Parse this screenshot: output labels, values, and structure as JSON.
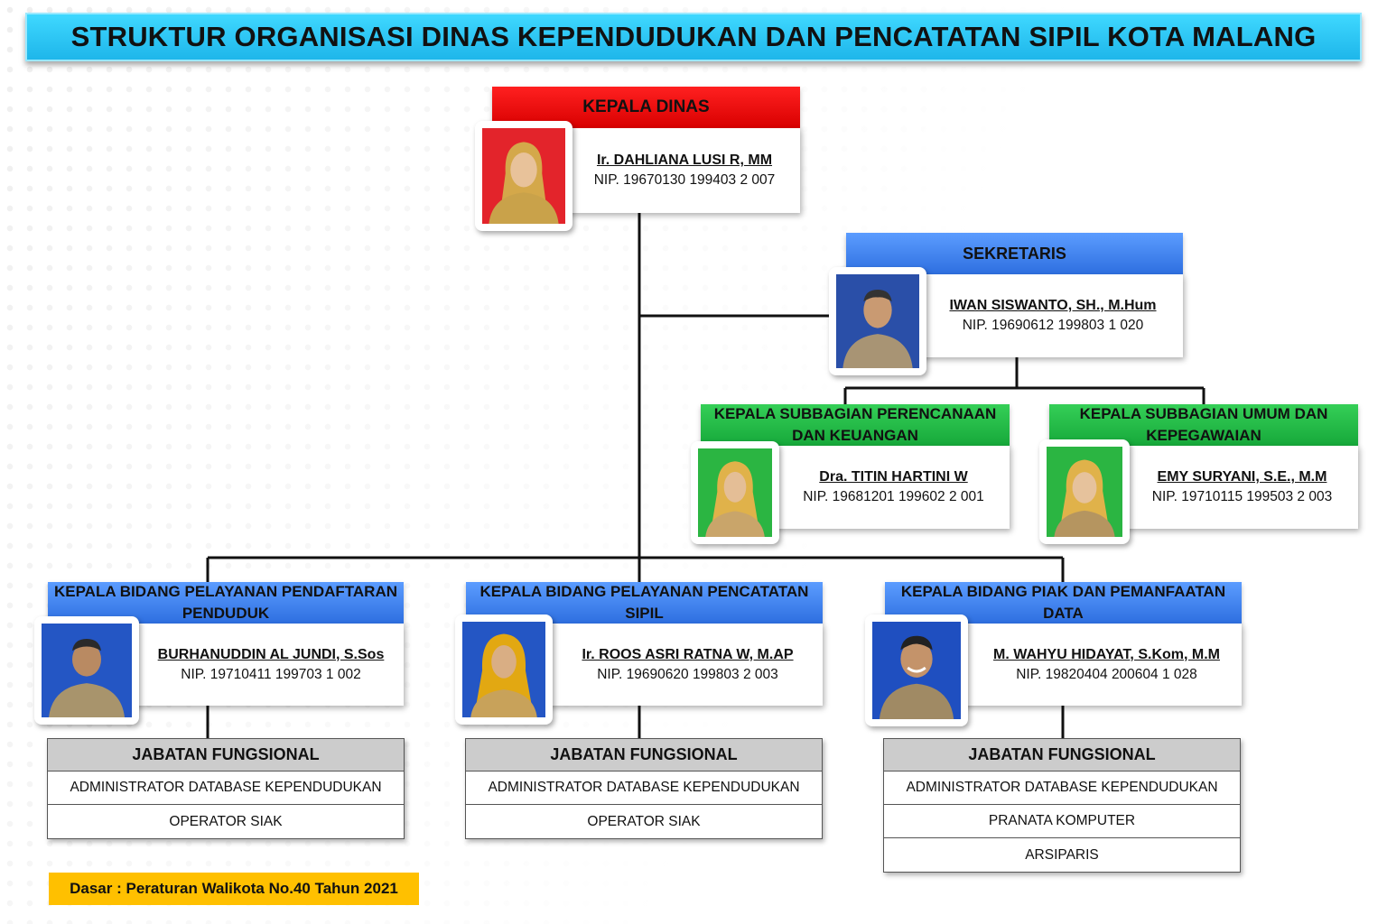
{
  "title": "STRUKTUR ORGANISASI DINAS KEPENDUDUKAN DAN PENCATATAN SIPIL KOTA MALANG",
  "colors": {
    "title_bar": "#1eb6ea",
    "kepala_dinas": "#e00000",
    "bidang": "#2e6fe0",
    "subbagian": "#16a83a",
    "fungsional": "#cccccc",
    "dasar": "#ffc000"
  },
  "kepala_dinas": {
    "role": "KEPALA DINAS",
    "name": "Ir. DAHLIANA LUSI R, MM",
    "nip": "NIP. 19670130 199403 2 007",
    "photo_bg": "red"
  },
  "sekretaris": {
    "role": "SEKRETARIS",
    "name": "IWAN SISWANTO, SH., M.Hum",
    "nip": "NIP. 19690612 199803 1 020",
    "photo_bg": "blue"
  },
  "subbagian": [
    {
      "role": "KEPALA SUBBAGIAN PERENCANAAN DAN KEUANGAN",
      "name": "Dra. TITIN HARTINI W",
      "nip": "NIP. 19681201 199602 2 001",
      "photo_bg": "green"
    },
    {
      "role": "KEPALA SUBBAGIAN UMUM DAN KEPEGAWAIAN",
      "name": "EMY SURYANI, S.E., M.M",
      "nip": "NIP. 19710115 199503 2 003",
      "photo_bg": "green"
    }
  ],
  "bidang": [
    {
      "role": "KEPALA BIDANG PELAYANAN PENDAFTARAN PENDUDUK",
      "name": "BURHANUDDIN AL JUNDI, S.Sos",
      "nip": "NIP. 19710411 199703 1 002",
      "photo_bg": "blue",
      "fungsional_title": "JABATAN FUNGSIONAL",
      "fungsional": [
        "ADMINISTRATOR DATABASE KEPENDUDUKAN",
        "OPERATOR SIAK"
      ]
    },
    {
      "role": "KEPALA BIDANG PELAYANAN PENCATATAN SIPIL",
      "name": "Ir. ROOS ASRI RATNA W, M.AP",
      "nip": "NIP. 19690620 199803 2 003",
      "photo_bg": "blue",
      "fungsional_title": "JABATAN FUNGSIONAL",
      "fungsional": [
        "ADMINISTRATOR DATABASE KEPENDUDUKAN",
        "OPERATOR SIAK"
      ]
    },
    {
      "role": "KEPALA BIDANG PIAK DAN PEMANFAATAN DATA",
      "name": "M. WAHYU HIDAYAT, S.Kom, M.M",
      "nip": "NIP. 19820404 200604 1 028",
      "photo_bg": "blue",
      "fungsional_title": "JABATAN FUNGSIONAL",
      "fungsional": [
        "ADMINISTRATOR DATABASE KEPENDUDUKAN",
        "PRANATA KOMPUTER",
        "ARSIPARIS"
      ]
    }
  ],
  "dasar": "Dasar : Peraturan Walikota No.40 Tahun 2021"
}
